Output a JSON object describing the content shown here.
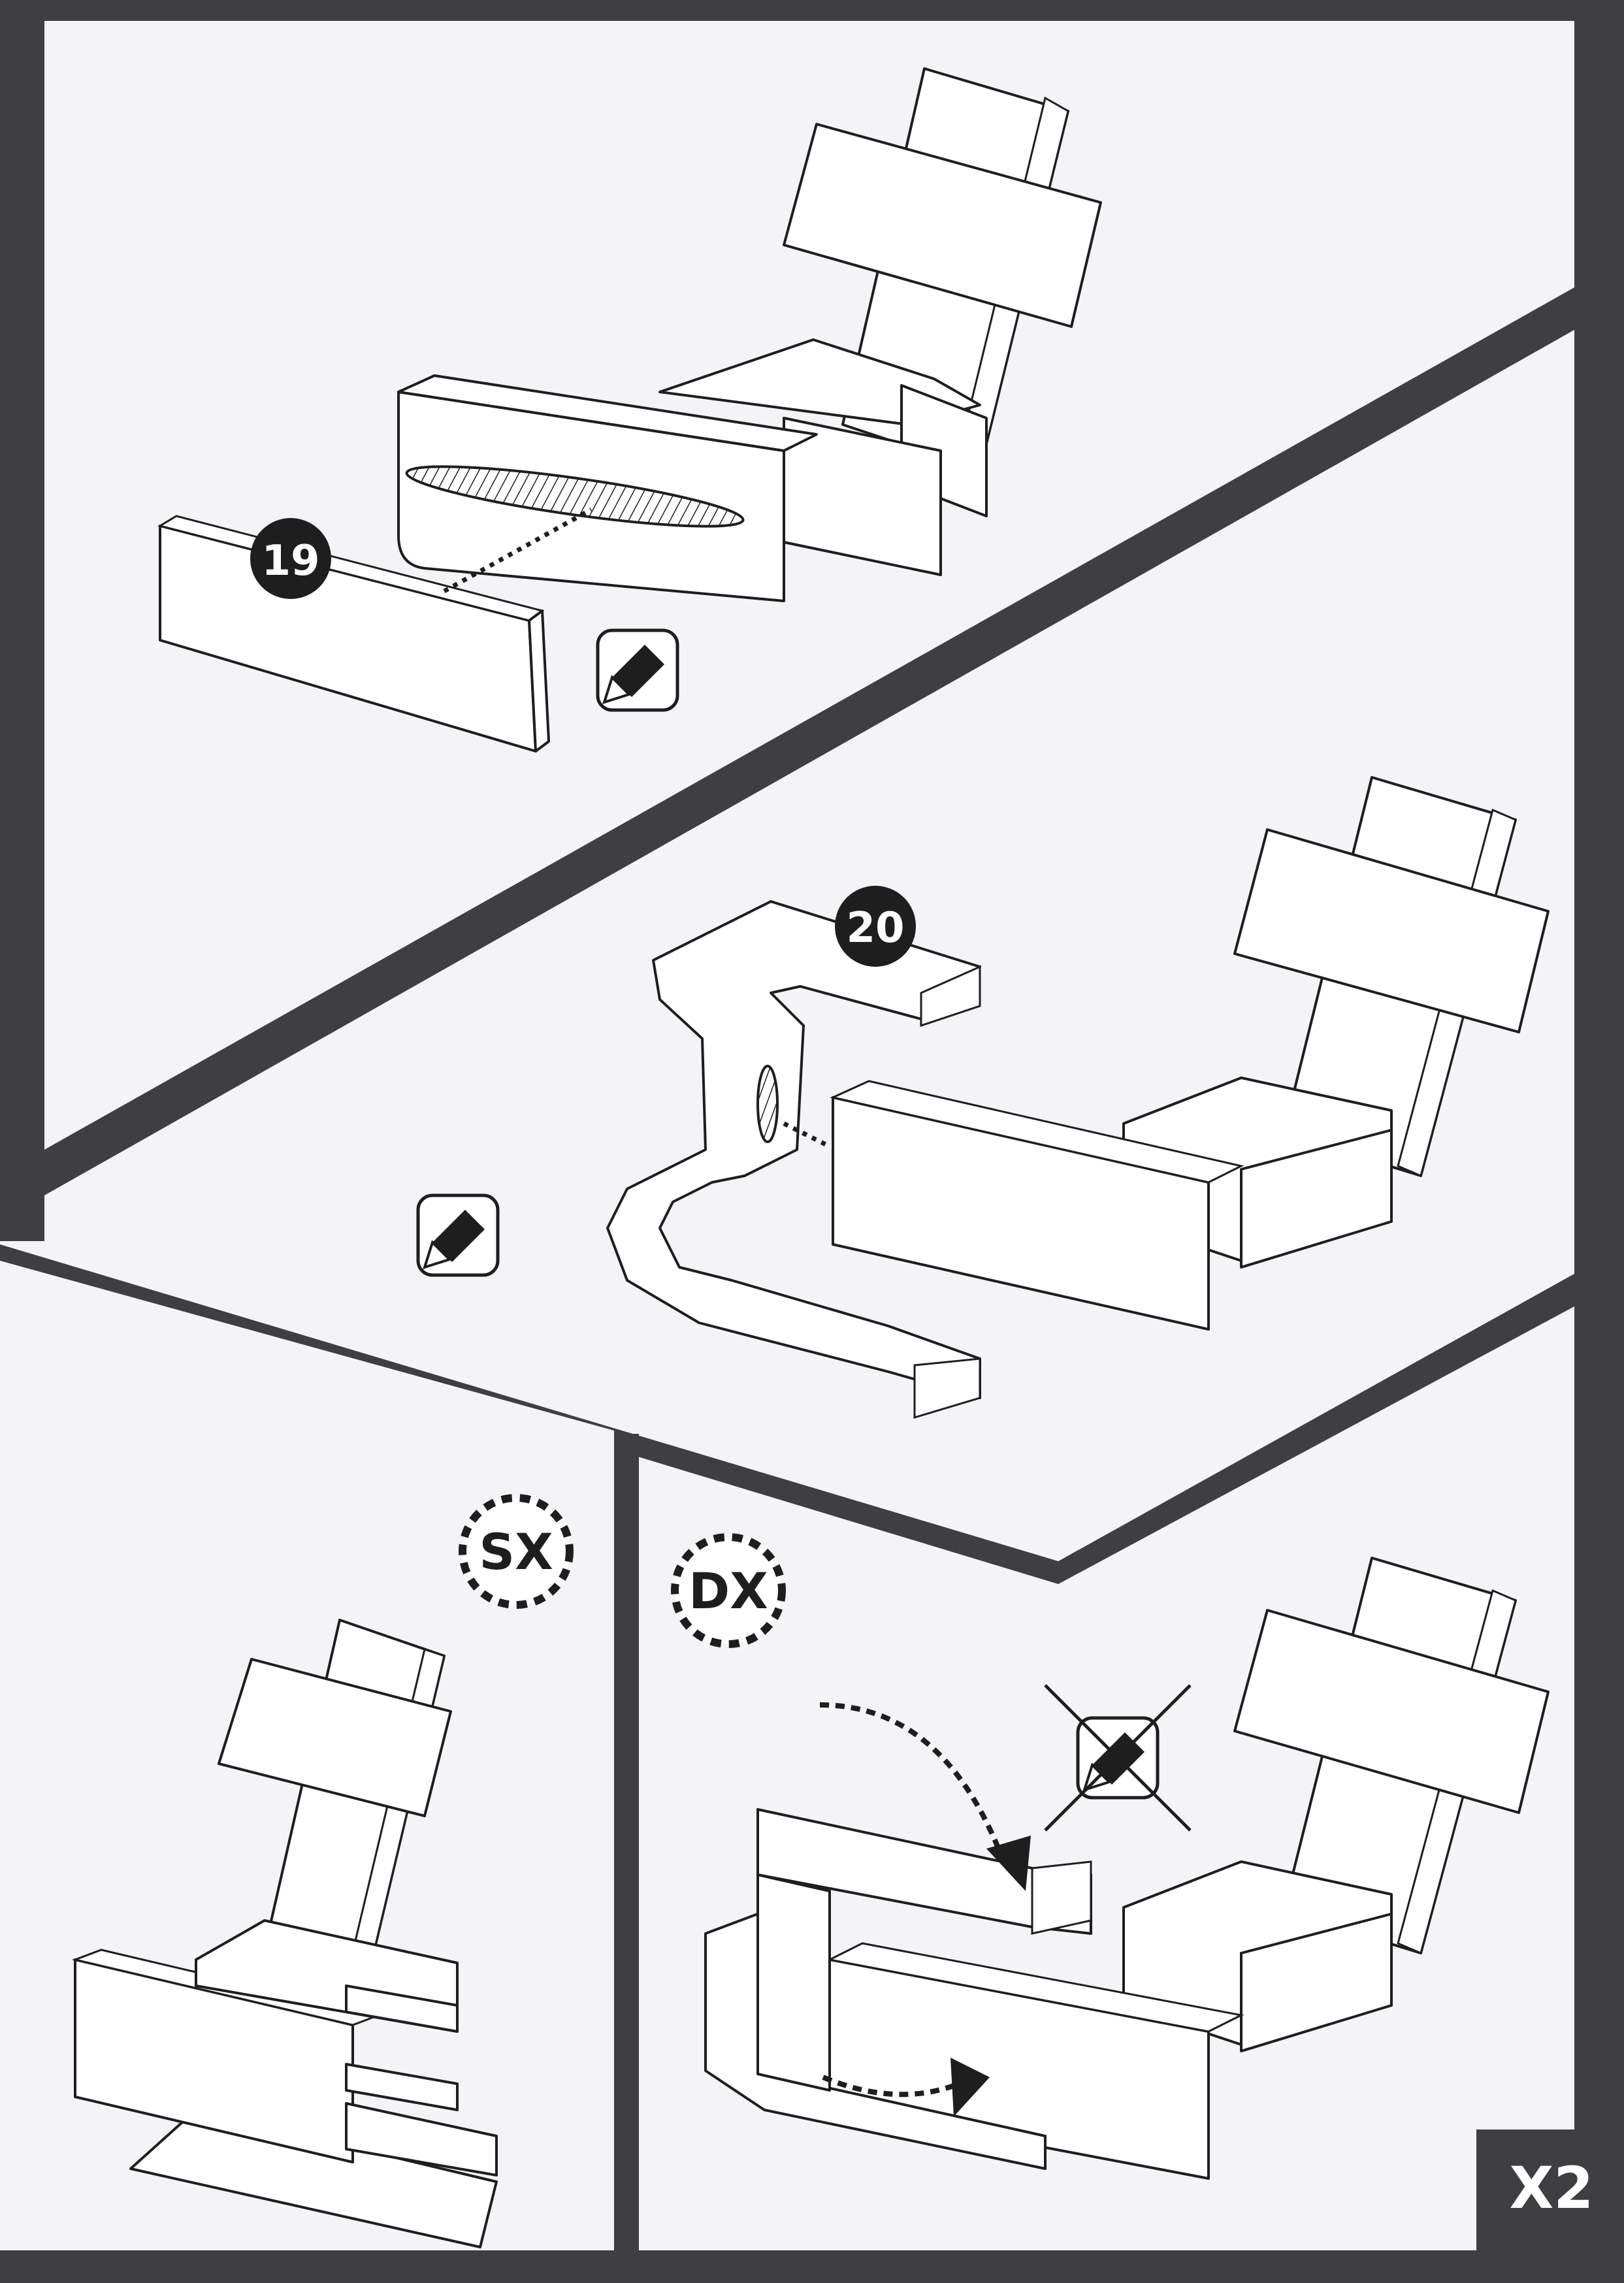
{
  "steps": [
    {
      "number": "19"
    },
    {
      "number": "20"
    }
  ],
  "variants": {
    "left": "SX",
    "right": "DX"
  },
  "quantity": "X2",
  "icons": {
    "glue": "glue-bottle-icon",
    "no_glue": "no-glue-icon",
    "arrow": "curved-arrow-icon"
  },
  "colors": {
    "frame": "#3f3f42",
    "paper": "#f4f4f6",
    "line": "#1e1e1e"
  }
}
